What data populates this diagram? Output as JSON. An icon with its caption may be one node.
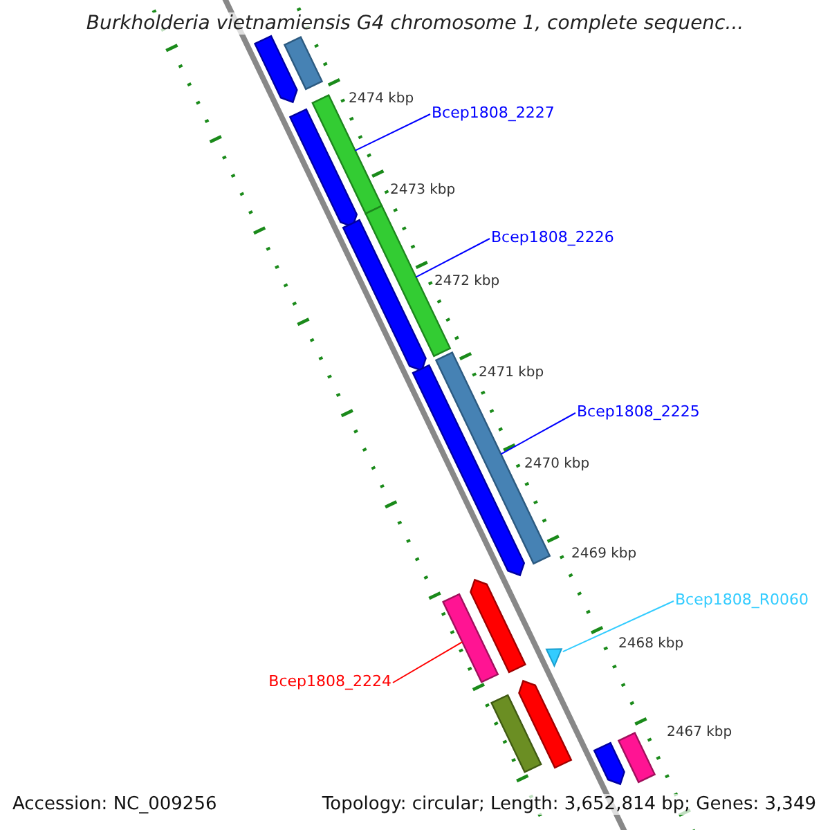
{
  "diagram": {
    "title": "Burkholderia vietnamiensis G4 chromosome 1, complete sequenc...",
    "nodes": [
      {
        "text": [
          "Bcep1808_2227"
        ]
      },
      {
        "text": [],
        "shape": "bar"
      },
      {
        "text": [
          "Bcep1808_2226"
        ]
      },
      {
        "text": [],
        "shape": "bar"
      },
      {
        "text": [
          "Bcep1808_2225"
        ]
      },
      {
        "text": [],
        "shape": "bar"
      },
      {
        "text": [
          "Bcep1808_R0060"
        ]
      },
      {
        "text": [],
        "shape": "triangle"
      },
      {
        "text": [
          "Bcep1808_2224"
        ]
      },
      {
        "text": [],
        "shape": "bar"
      },
      {
        "text": [],
        "shape": "bar"
      },
      {
        "text": [],
        "shape": "bar"
      },
      {
        "text": [],
        "shape": "bar"
      },
      {
        "text": [],
        "shape": "bar"
      },
      {
        "text": [],
        "shape": "bar"
      },
      {
        "text": [],
        "shape": "bar"
      },
      {
        "text": [],
        "shape": "bar"
      },
      {
        "text": [],
        "shape": "bar"
      },
      {
        "text": [],
        "shape": "bar"
      },
      {
        "text": [],
        "shape": "bar"
      }
    ],
    "edges": [
      {
        "from": 0,
        "to": 1,
        "arrow": "none"
      },
      {
        "from": 2,
        "to": 3,
        "arrow": "none"
      },
      {
        "from": 4,
        "to": 5,
        "arrow": "none"
      },
      {
        "from": 6,
        "to": 7,
        "arrow": "none",
        "color": "#33ccff"
      },
      {
        "from": 8,
        "to": 9,
        "arrow": "none",
        "color": "#ff0000"
      }
    ],
    "labels": [
      "2474 kbp",
      "2473 kbp",
      "2472 kbp",
      "2471 kbp",
      "2470 kbp",
      "2469 kbp",
      "2468 kbp",
      "2467 kbp",
      "Accession: NC_009256",
      "Topology: circular; Length: 3,652,814 bp; Genes: 3,349"
    ]
  }
}
